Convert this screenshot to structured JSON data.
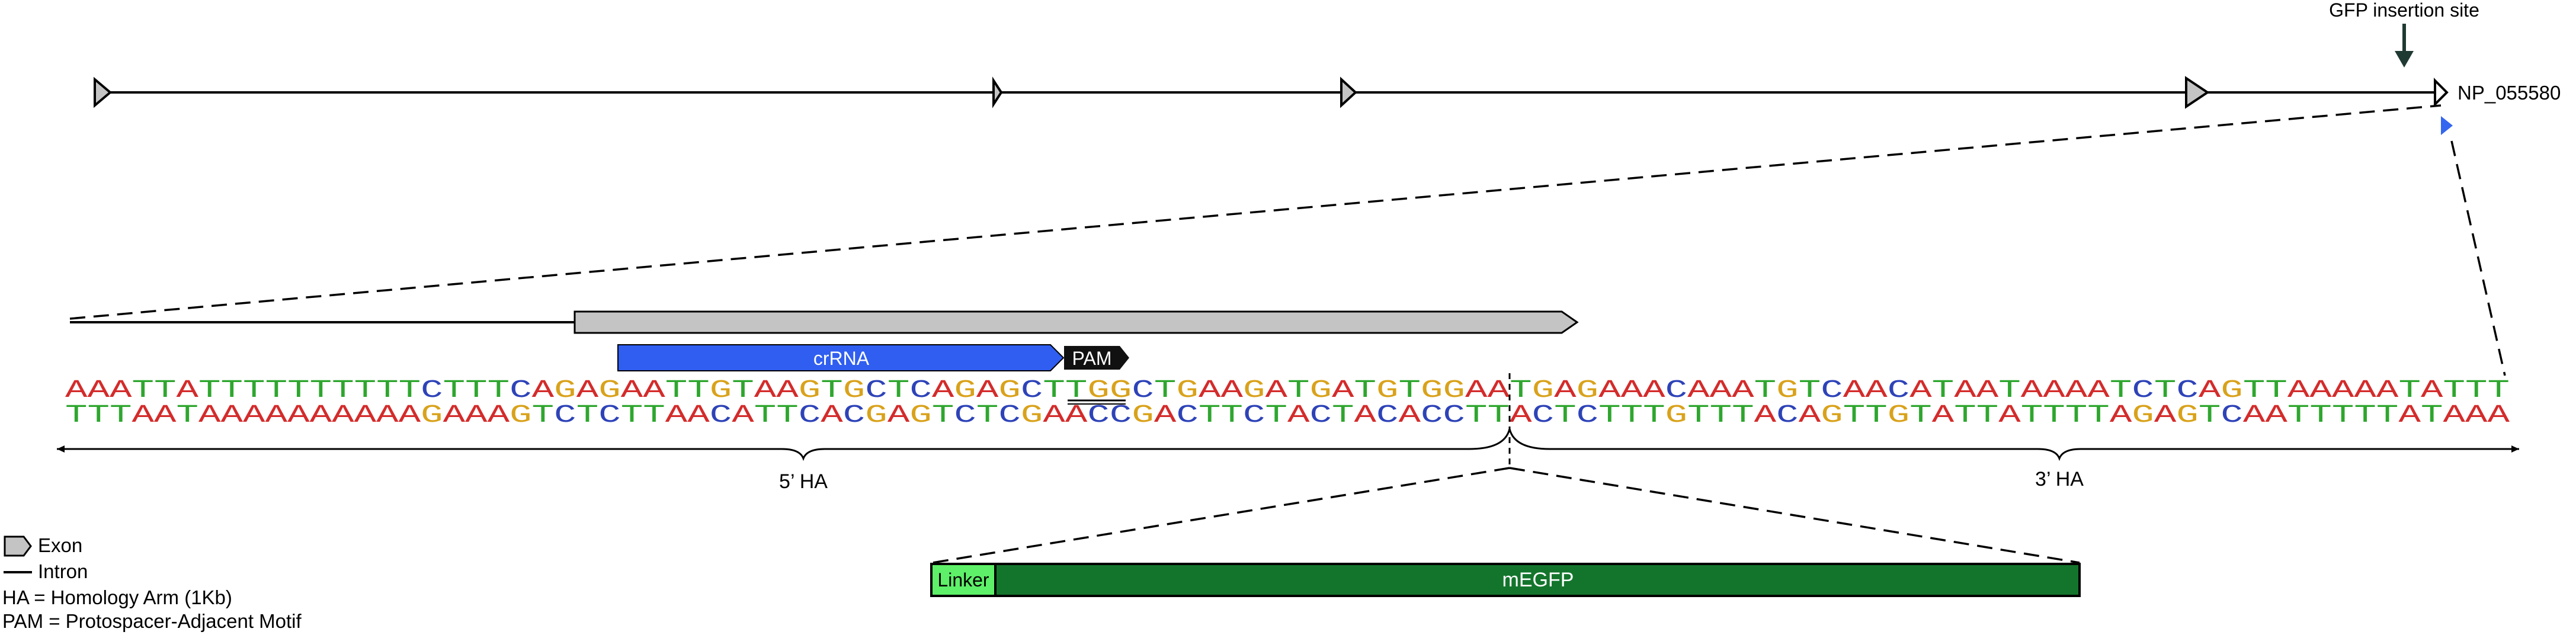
{
  "gene_label": "NP_055580",
  "insertion_label": "GFP insertion site",
  "crrna_label": "crRNA",
  "pam_label": "PAM",
  "seq_top": "AAATTATTTTTTTTTTCTTTCAGAGAATTGTAAGTGCTCAGAGCTTGGCTGAAGATGATGTGGAATGAGAAACAAATGTCAACATAATAAAATCTCAGTTAAAAATATTT",
  "seq_bottom": "TTTAATAAAAAAAAAAGAAAGTCTCTTAACATTCACGAGTCTCGAACCGACTTCTACTACACCTTACTCTTTGTTTACAGTTGTATTATTTTAGAGTCAATTTTTATAAA",
  "arm_left_label": "5’ HA",
  "arm_right_label": "3’ HA",
  "linker_label": "Linker",
  "egfp_label": "mEGFP",
  "legend": {
    "exon": "Exon",
    "intron": "Intron",
    "ha_def": "HA = Homology Arm (1Kb)",
    "pam_def": "PAM = Protospacer-Adjacent Motif"
  },
  "colors": {
    "A": "#d42b2b",
    "T": "#2ea62e",
    "C": "#2e43b8",
    "G": "#d9a21b",
    "crrna": "#2f5ef0",
    "pam": "#111111",
    "gray_bar": "#c4c4c4",
    "egfp": "#13752c",
    "linker": "#5ef068",
    "arrow_dark": "#1f3a33",
    "blue_marker": "#3566f0"
  }
}
